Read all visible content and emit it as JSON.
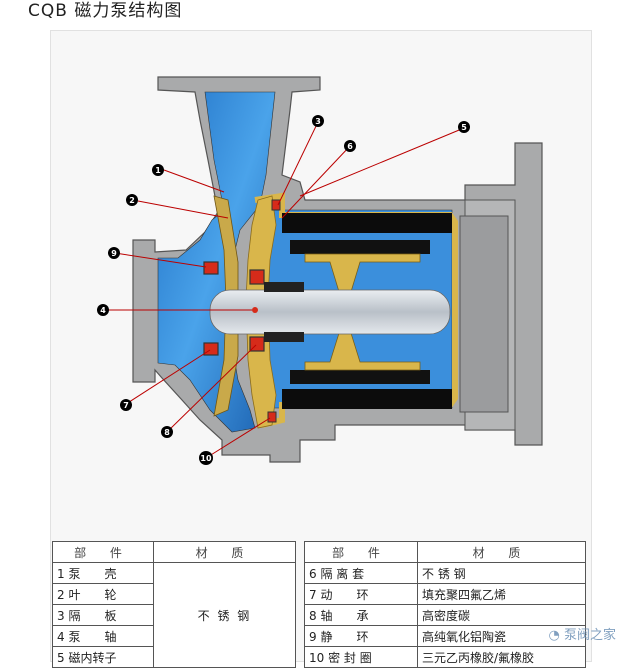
{
  "title": "CQB 磁力泵结构图",
  "callouts": [
    "1",
    "2",
    "3",
    "4",
    "5",
    "6",
    "7",
    "8",
    "9",
    "10"
  ],
  "colors": {
    "casing": "#a9aaab",
    "water": "#2a7fd3",
    "brass": "#d9b64b",
    "magnet": "#0c0c0c",
    "red": "#d62b1a",
    "shaft": "#c8cdd3"
  },
  "left_table": {
    "headers": [
      "部 件",
      "材 质"
    ],
    "rows": [
      {
        "part": "1 泵　　壳"
      },
      {
        "part": "2 叶　　轮"
      },
      {
        "part": "3 隔　　板"
      },
      {
        "part": "4 泵　　轴"
      },
      {
        "part": "5 磁内转子"
      }
    ],
    "material": "不 锈 钢"
  },
  "right_table": {
    "headers": [
      "部 件",
      "材 质"
    ],
    "rows": [
      {
        "part": "6 隔 离 套",
        "material": "不 锈 钢"
      },
      {
        "part": "7 动　　环",
        "material": "填充聚四氟乙烯"
      },
      {
        "part": "8 轴　　承",
        "material": "高密度碳"
      },
      {
        "part": "9 静　　环",
        "material": "高纯氧化铝陶瓷"
      },
      {
        "part": "10 密 封 圈",
        "material": "三元乙丙橡胶/氟橡胶"
      }
    ]
  },
  "watermark": "泵阀之家"
}
